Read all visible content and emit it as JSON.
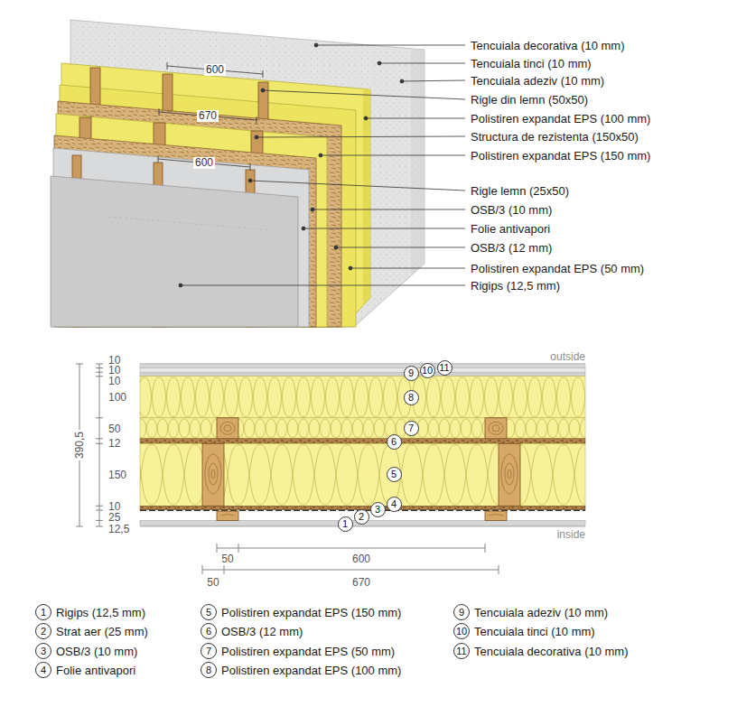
{
  "diagram": {
    "nodes": [
      {
        "text": [
          "1"
        ]
      },
      {
        "text": [
          "2"
        ]
      },
      {
        "text": [
          "3"
        ]
      },
      {
        "text": [
          "4"
        ]
      },
      {
        "text": [
          "5"
        ]
      },
      {
        "text": [
          "6"
        ]
      },
      {
        "text": [
          "7"
        ]
      },
      {
        "text": [
          "8"
        ]
      },
      {
        "text": [
          "9"
        ]
      },
      {
        "text": [
          "10"
        ]
      },
      {
        "text": [
          "11"
        ]
      },
      {
        "text": [
          "1",
          "Rigips (12,5 mm)"
        ]
      },
      {
        "text": [
          "2",
          "Strat aer (25 mm)"
        ]
      },
      {
        "text": [
          "3",
          "OSB/3 (10 mm)"
        ]
      },
      {
        "text": [
          "4",
          "Folie antivapori"
        ]
      },
      {
        "text": [
          "5",
          "Polistiren expandat EPS (150 mm)"
        ]
      },
      {
        "text": [
          "6",
          "OSB/3 (12 mm)"
        ]
      },
      {
        "text": [
          "7",
          "Polistiren expandat EPS (50 mm)"
        ]
      },
      {
        "text": [
          "8",
          "Polistiren expandat EPS (100 mm)"
        ]
      },
      {
        "text": [
          "9",
          "Tencuiala adeziv (10 mm)"
        ]
      },
      {
        "text": [
          "10",
          "Tencuiala tinci (10 mm)"
        ]
      },
      {
        "text": [
          "11",
          "Tencuiala decorativa (10 mm)"
        ]
      }
    ],
    "labels": [
      "Tencuiala decorativa (10 mm)",
      "Tencuiala tinci (10 mm)",
      "Tencuiala adeziv (10 mm)",
      "Rigle din lemn (50x50)",
      "Polistiren expandat EPS (100 mm)",
      "Structura de rezistenta (150x50)",
      "Polistiren expandat EPS (150 mm)",
      "Rigle lemn (25x50)",
      "OSB/3 (10 mm)",
      "Folie antivapori",
      "OSB/3 (12 mm)",
      "Polistiren expandat EPS (50 mm)",
      "Rigips (12,5 mm)",
      "600",
      "670",
      "600",
      "outside",
      "inside",
      "10",
      "10",
      "10",
      "100",
      "50",
      "12",
      "150",
      "10",
      "25",
      "12,5",
      "390,5",
      "50",
      "600",
      "50",
      "670"
    ]
  }
}
